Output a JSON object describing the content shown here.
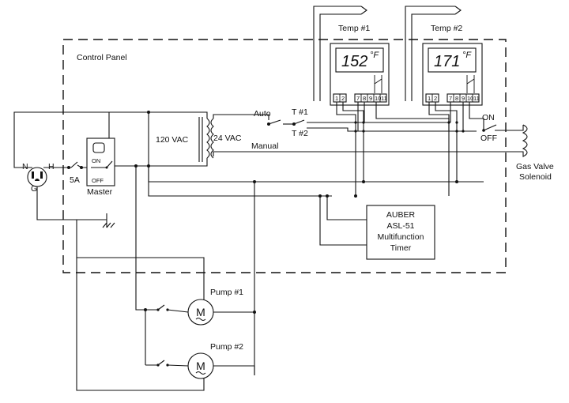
{
  "panel": {
    "title": "Control Panel"
  },
  "controllers": [
    {
      "label": "Temp #1",
      "reading": "152",
      "unit": "°F",
      "terminals": [
        "1",
        "2",
        "7",
        "8",
        "9",
        "10",
        "11"
      ]
    },
    {
      "label": "Temp #2",
      "reading": "171",
      "unit": "°F",
      "terminals": [
        "1",
        "2",
        "7",
        "8",
        "9",
        "10",
        "11"
      ]
    }
  ],
  "transformer": {
    "primary": "120 VAC",
    "secondary": "24 VAC"
  },
  "selector": {
    "auto": "Auto",
    "manual": "Manual",
    "t1": "T #1",
    "t2": "T #2"
  },
  "master": {
    "label": "Master",
    "on": "ON",
    "off": "OFF"
  },
  "outlet": {
    "neutral": "N",
    "hot": "H",
    "ground": "G",
    "fuse": "5A"
  },
  "gas_valve": {
    "on": "ON",
    "off": "OFF",
    "label_line1": "Gas Valve",
    "label_line2": "Solenoid"
  },
  "timer": {
    "line1": "AUBER",
    "line2": "ASL-51",
    "line3": "Multifunction",
    "line4": "Timer"
  },
  "pumps": [
    {
      "label": "Pump #1",
      "motor": "M"
    },
    {
      "label": "Pump #2",
      "motor": "M"
    }
  ]
}
